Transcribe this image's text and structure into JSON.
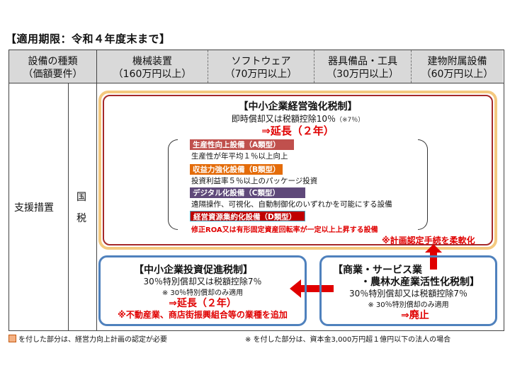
{
  "heading": "【適用期限：令和４年度末まで】",
  "table": {
    "header_col1": [
      "設備の種類",
      "（価額要件）"
    ],
    "columns": [
      {
        "name": "機械装置",
        "req": "（160万円以上）"
      },
      {
        "name": "ソフトウェア",
        "req": "（70万円以上）"
      },
      {
        "name": "器具備品・工具",
        "req": "（30万円以上）"
      },
      {
        "name": "建物附属設備",
        "req": "（60万円以上）"
      }
    ],
    "row_label": "支援措置",
    "tax_label": [
      "国",
      "税"
    ]
  },
  "enhancement": {
    "title": "【中小企業経営強化税制】",
    "benefit": "即時償却又は税額控除10％",
    "benefit_note": "（※7％）",
    "extension": "⇒延長（２年）",
    "items": [
      {
        "badge": "生産性向上設備（A類型）",
        "color": "#c0504d",
        "desc": "生産性が年平均１％以上向上"
      },
      {
        "badge": "収益力強化設備（B類型）",
        "color": "#e46c0a",
        "desc": "投資利益率５％以上のパッケージ投資"
      },
      {
        "badge": "デジタル化設備（C類型）",
        "color": "#5f497a",
        "desc": "遠隔操作、可視化、自動制御化のいずれかを可能にする設備"
      },
      {
        "badge": "経営資源集約化設備（D類型）",
        "color": "#c00000",
        "desc": "修正ROA又は有形固定資産回転率が一定以上上昇する設備"
      }
    ],
    "plan_note": "※計画認定手続を柔軟化"
  },
  "promotion": {
    "title": "【中小企業投資促進税制】",
    "benefit": "30％特別償却又は税額控除7％",
    "note": "※ 30％特別償却のみ適用",
    "extension": "⇒延長（２年）",
    "addition": "※不動産業、商店街振興組合等の業種を追加"
  },
  "commerce": {
    "title_line1": "【商業・サービス業",
    "title_line2": "・農林水産業活性化税制】",
    "benefit": "30％特別償却又は税額控除7％",
    "note": "※ 30％特別償却のみ適用",
    "abolish": "⇒廃止"
  },
  "footnotes": {
    "left": "を付した部分は、経営力向上計画の認定が必要",
    "right": "※ を付した部分は、資本金3,000万円超１億円以下の法人の場合"
  },
  "colors": {
    "header_bg": "#d9d9d9",
    "enhancement_outer": "#f4c97f",
    "enhancement_inner": "#a52a2a",
    "blue_boxes": "#4f81bd",
    "emphasis_red": "#e00000"
  }
}
